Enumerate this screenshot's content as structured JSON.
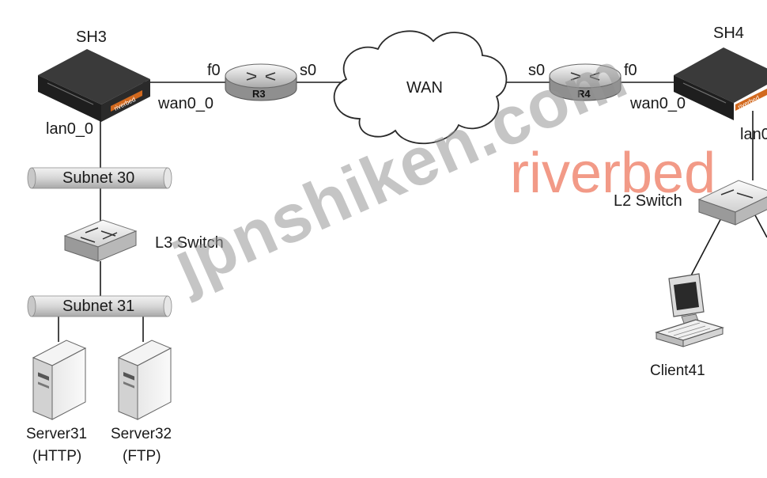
{
  "labels": {
    "sh3": "SH3",
    "sh4": "SH4",
    "r3": "R3",
    "r4": "R4",
    "wan": "WAN",
    "f0_left": "f0",
    "s0_left": "s0",
    "s0_right": "s0",
    "f0_right": "f0",
    "wan0_0_left": "wan0_0",
    "wan0_0_right": "wan0_0",
    "lan0_0_left": "lan0_0",
    "lan0_right": "lan0",
    "subnet30": "Subnet 30",
    "subnet31": "Subnet 31",
    "l3switch": "L3 Switch",
    "l2switch": "L2 Switch",
    "server31": "Server31",
    "server31_proto": "(HTTP)",
    "server32": "Server32",
    "server32_proto": "(FTP)",
    "client41": "Client41",
    "sh3_brand": "riverbed",
    "sh4_brand": "riverbed"
  },
  "watermarks": {
    "jpnshiken": "jpnshiken.com",
    "riverbed": "riverbed"
  },
  "colors": {
    "appliance_body": "#1e1e1e",
    "appliance_brand": "#d2691e",
    "subnet_fill": "#d8d8d8",
    "line": "#1a1a1a"
  }
}
